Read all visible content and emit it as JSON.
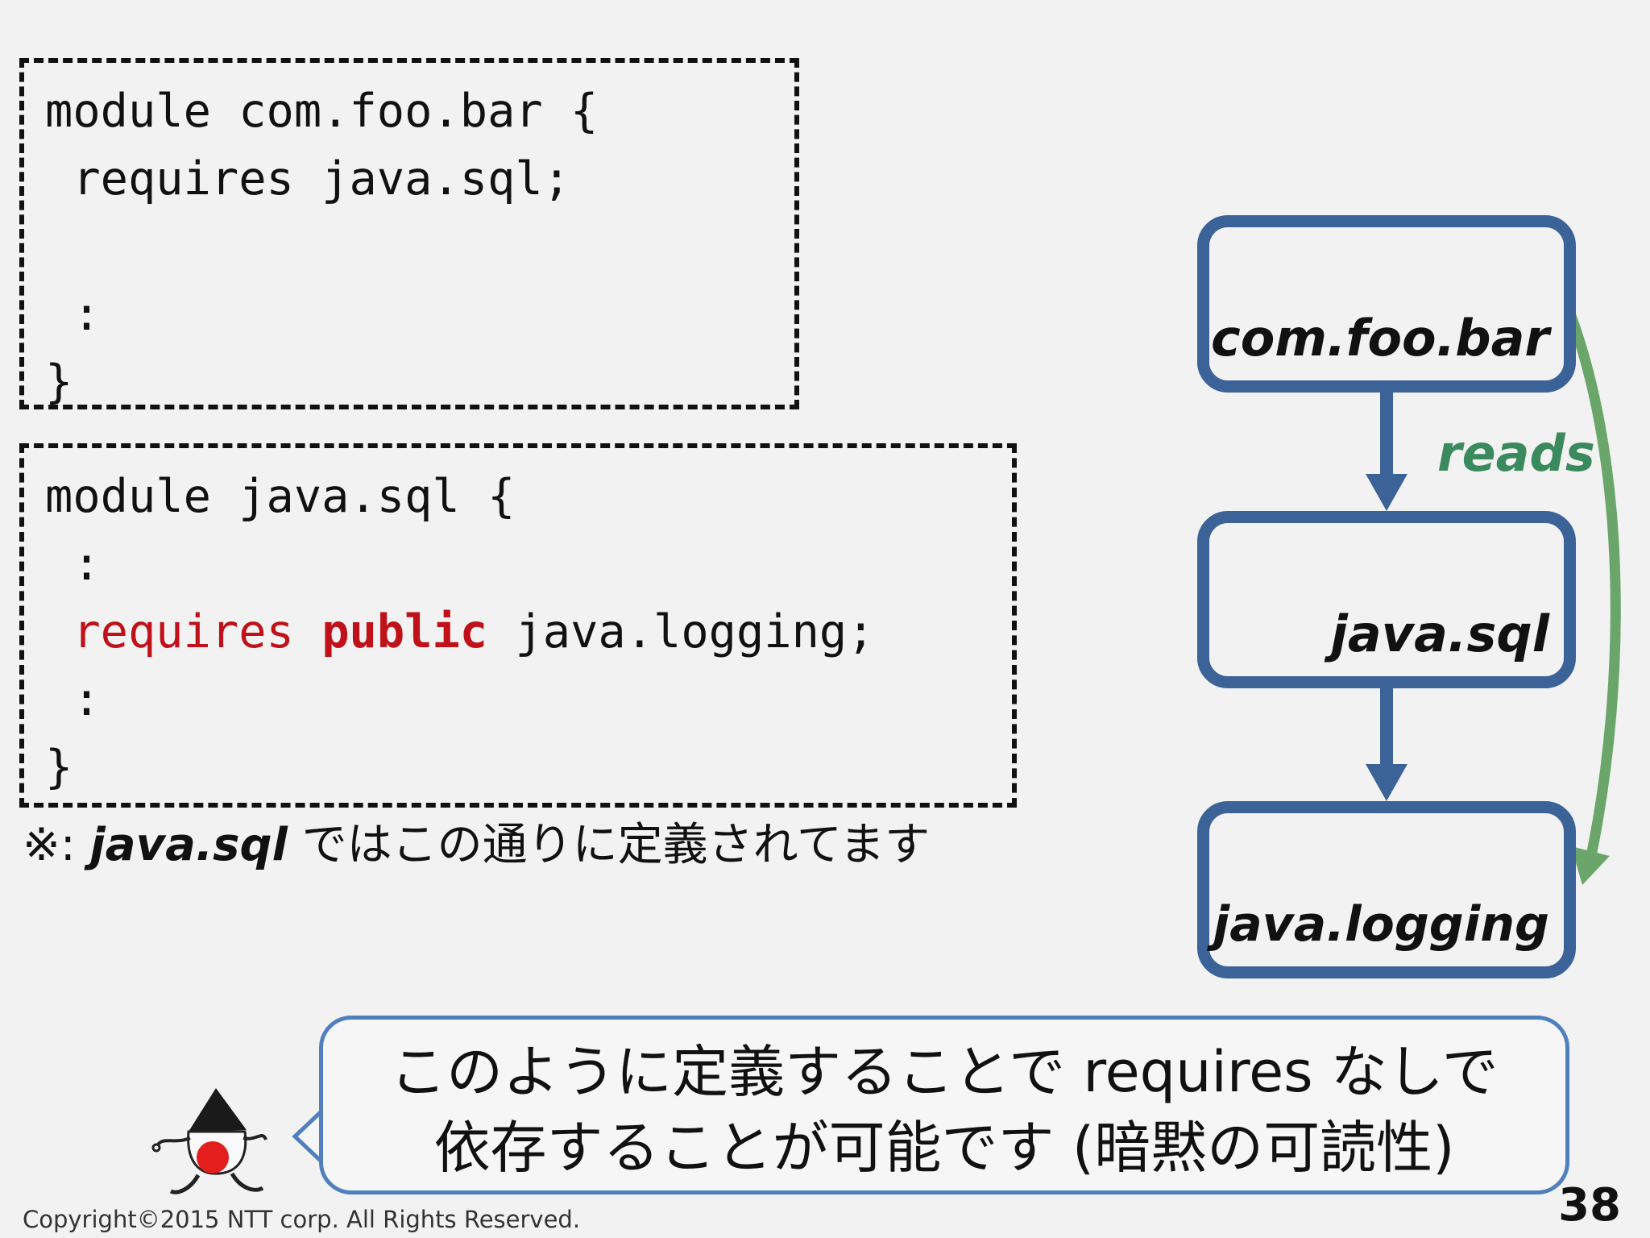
{
  "code_box_1": {
    "lines": [
      "module com.foo.bar {",
      " requires java.sql;",
      "",
      " :",
      "}"
    ]
  },
  "code_box_2": {
    "line1": "module java.sql {",
    "line2": " :",
    "line3_indent": " ",
    "line3_kw1": "requires",
    "line3_kw2": "public",
    "line3_rest": "java.logging;",
    "line4": " :",
    "line5": "}"
  },
  "note": {
    "prefix": "※: ",
    "emphasis": "java.sql",
    "suffix": " ではこの通りに定義されてます"
  },
  "diagram": {
    "modules": [
      "com.foo.bar",
      "java.sql",
      "java.logging"
    ],
    "reads_label": "reads",
    "colors": {
      "box_border": "#3b6397",
      "reads_arrow": "#6aa66a",
      "reads_text": "#3a8a5e"
    }
  },
  "bubble": {
    "line1": "このように定義することで requires なしで",
    "line2": "依存することが可能です (暗黙の可読性)"
  },
  "footer": {
    "copyright": "Copyright©2015  NTT corp. All Rights Reserved.",
    "page_number": "38"
  },
  "colors": {
    "keyword_red": "#c0101a",
    "background": "#f2f2f2",
    "bubble_border": "#4f80bd"
  }
}
